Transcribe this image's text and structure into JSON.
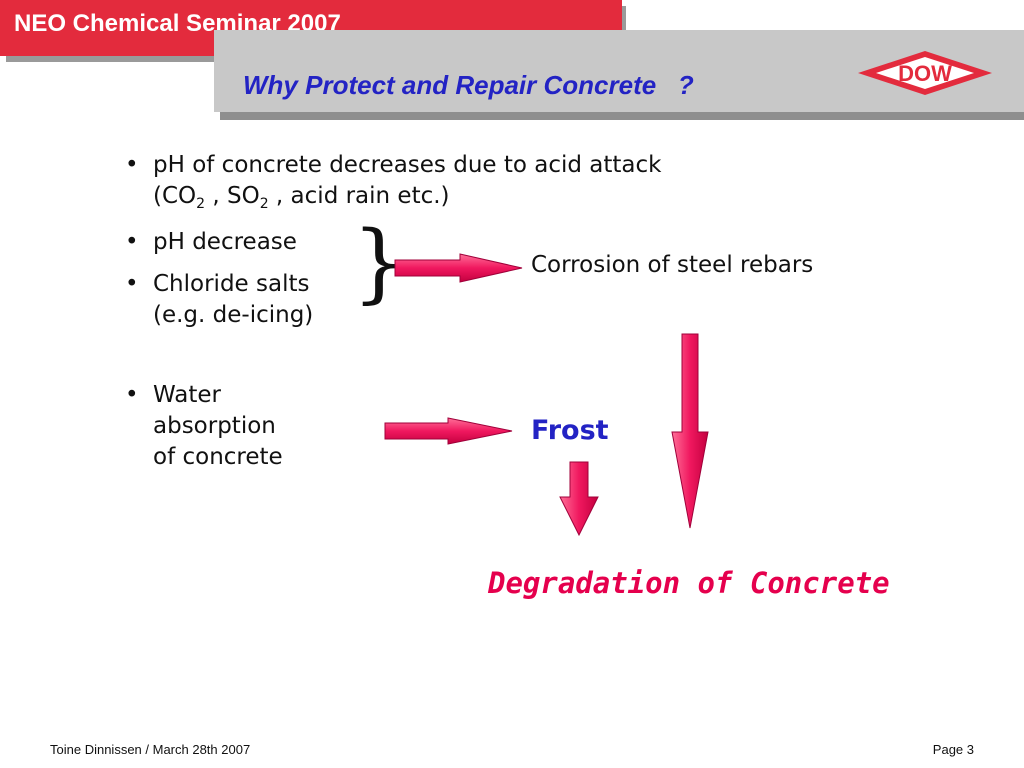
{
  "header": {
    "seminar_title": "NEO Chemical Seminar 2007",
    "slide_heading": "Why Protect and Repair Concrete   ?",
    "logo_text": "DOW"
  },
  "bullets": {
    "b1_line1": "pH of concrete decreases due to acid attack",
    "b1_line2_open": "(CO",
    "b1_sub1": "2",
    "b1_mid": " , SO",
    "b1_sub2": "2",
    "b1_end": " , acid rain etc.)",
    "b2": "pH decrease",
    "b3_line1": "Chloride salts",
    "b3_line2": "(e.g. de-icing)",
    "b4_line1": "Water",
    "b4_line2": "absorption",
    "b4_line3": "of concrete",
    "marker": "•"
  },
  "diagram": {
    "brace": "}",
    "corrosion": "Corrosion of steel rebars",
    "frost": "Frost",
    "degradation": "Degradation of Concrete"
  },
  "footer": {
    "author_date": "Toine Dinnissen / March 28th 2007",
    "page": "Page 3"
  },
  "colors": {
    "title_red": "#e32b3d",
    "heading_blue": "#2323c4",
    "arrow_pink": "#f0185f",
    "degradation_red": "#e5004d"
  }
}
